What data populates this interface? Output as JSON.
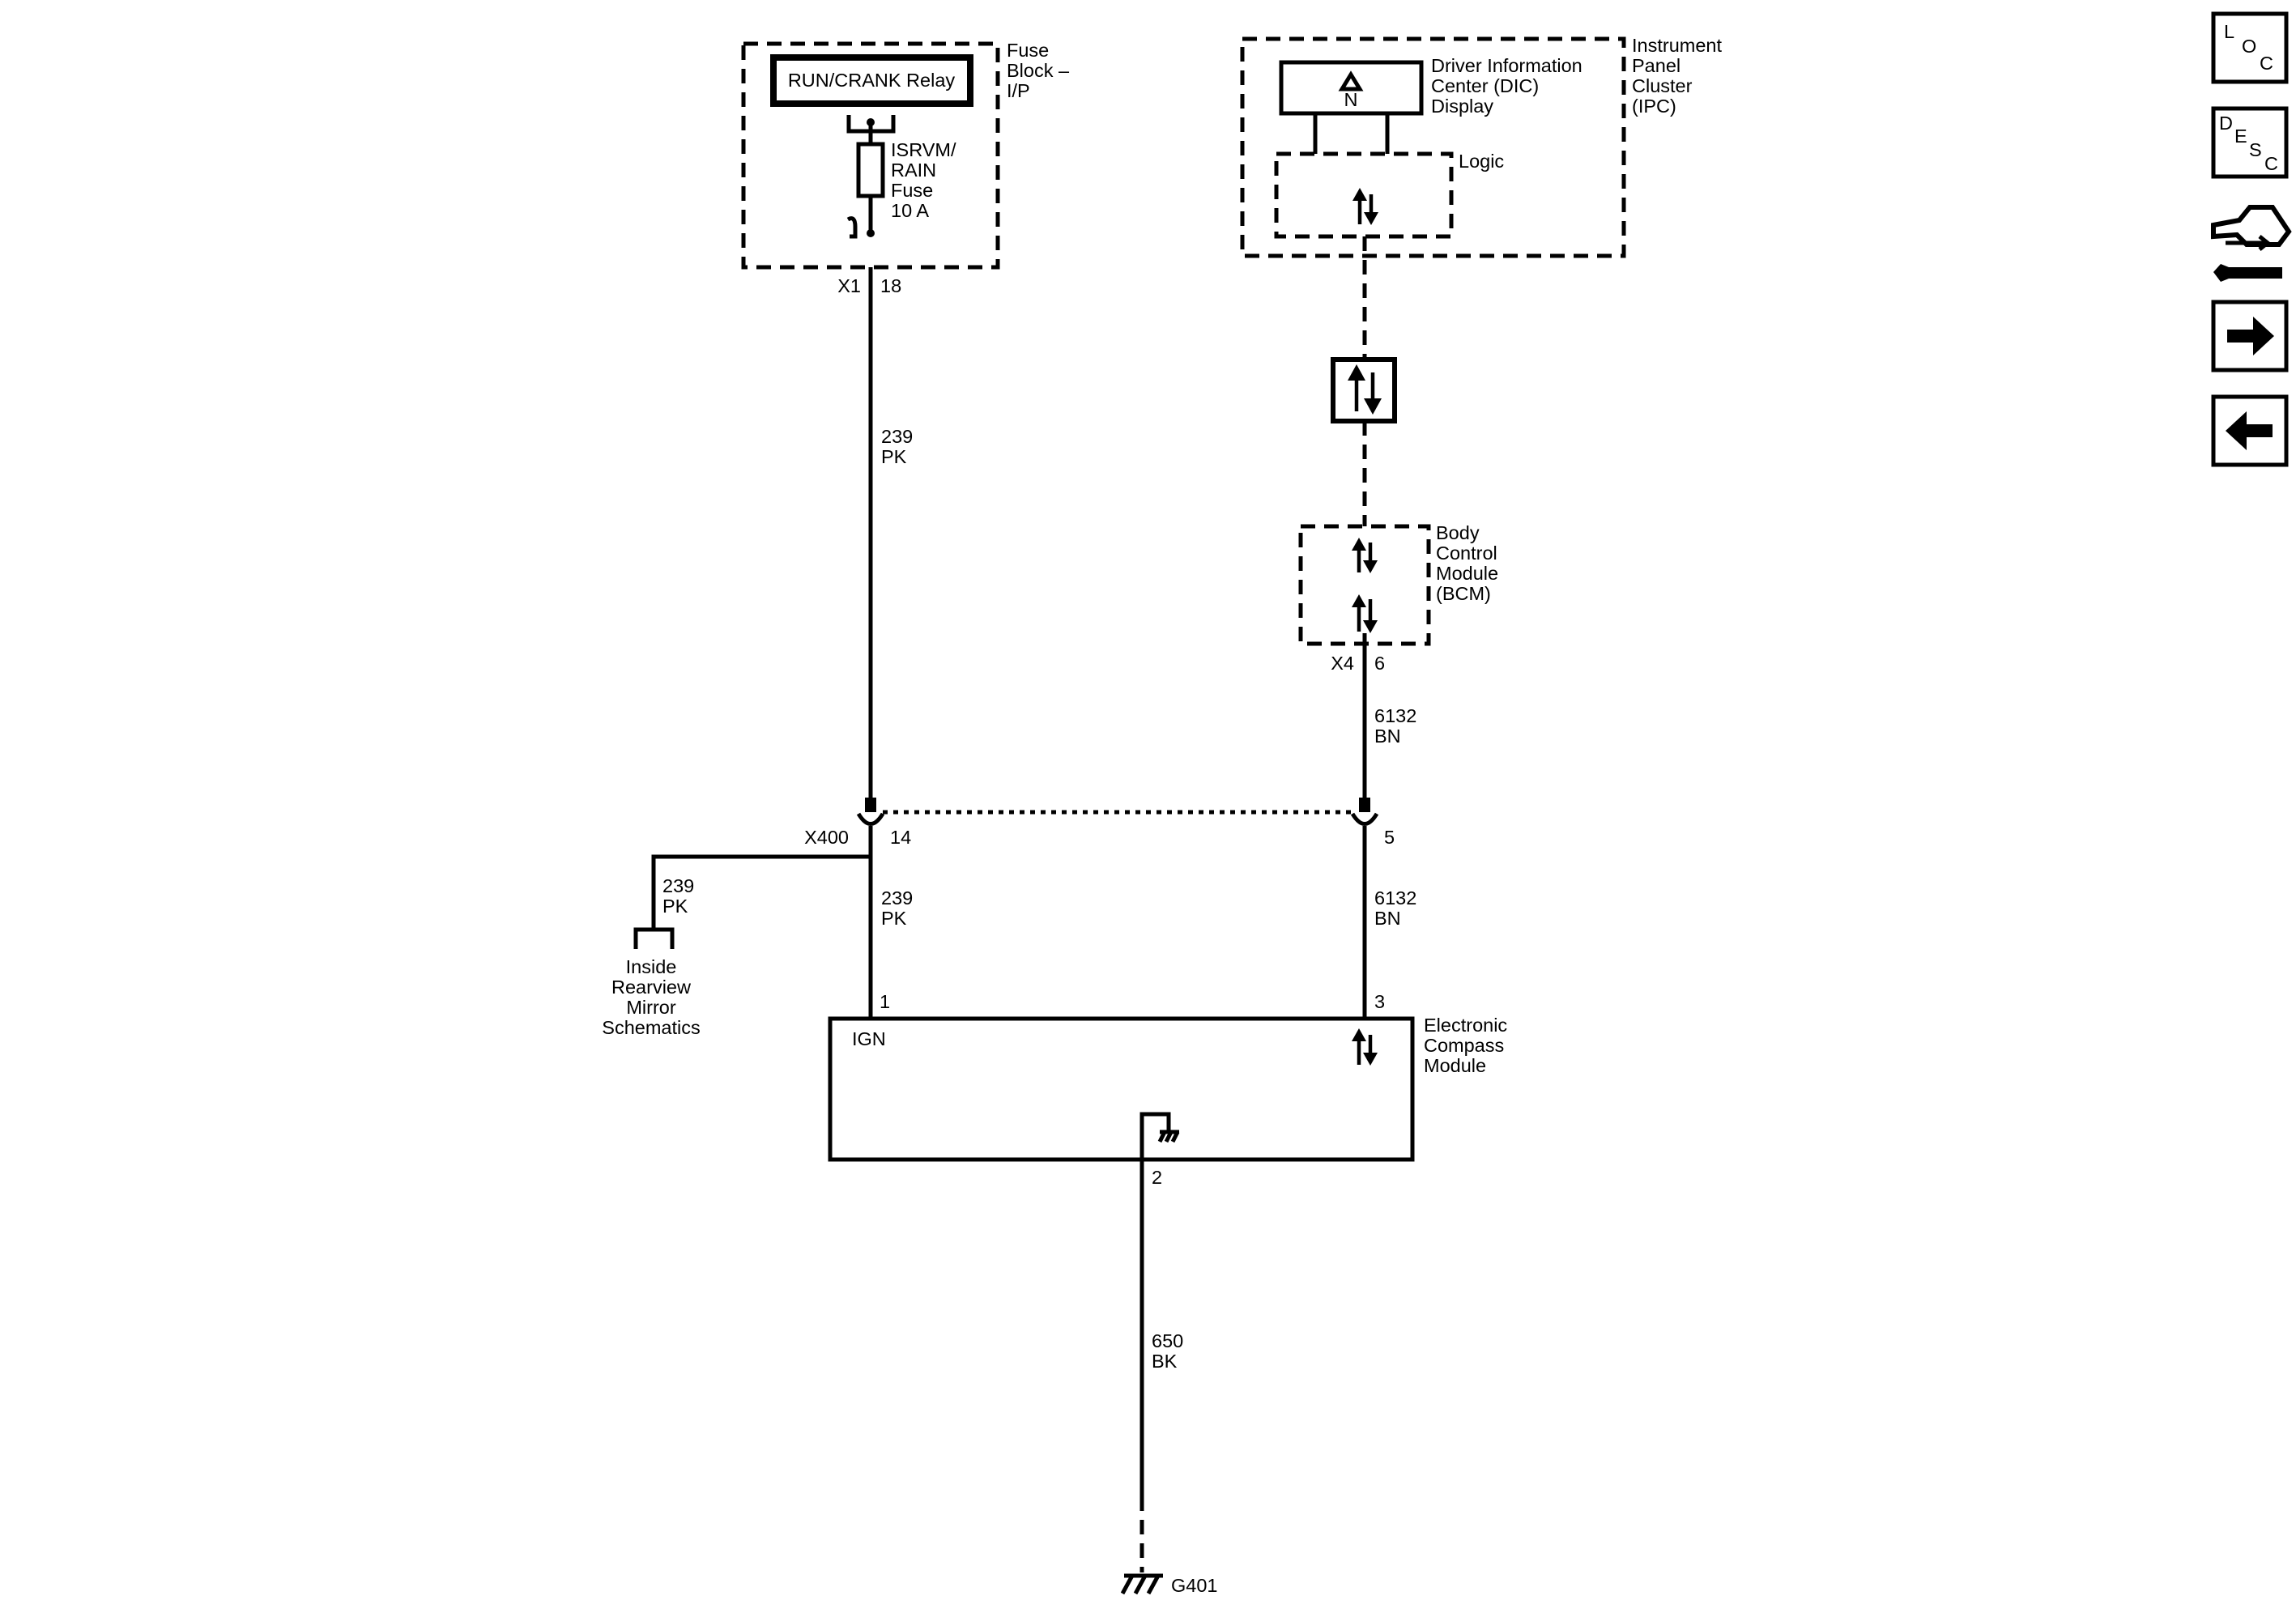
{
  "fuse_block": {
    "title_l1": "Fuse",
    "title_l2": "Block –",
    "title_l3": "I/P",
    "relay_label": "RUN/CRANK Relay",
    "fuse_l1": "ISRVM/",
    "fuse_l2": "RAIN",
    "fuse_l3": "Fuse",
    "fuse_l4": "10 A",
    "connector": "X1",
    "pin": "18"
  },
  "ipc": {
    "title_l1": "Instrument",
    "title_l2": "Panel",
    "title_l3": "Cluster",
    "title_l4": "(IPC)",
    "dic_l1": "Driver Information",
    "dic_l2": "Center (DIC)",
    "dic_l3": "Display",
    "logic_label": "Logic",
    "display_symbol": "N"
  },
  "bcm": {
    "title_l1": "Body",
    "title_l2": "Control",
    "title_l3": "Module",
    "title_l4": "(BCM)",
    "connector": "X4",
    "pin": "6"
  },
  "wires": {
    "w239_top_circuit": "239",
    "w239_top_color": "PK",
    "w239_branch_circuit": "239",
    "w239_branch_color": "PK",
    "w239_lower_circuit": "239",
    "w239_lower_color": "PK",
    "w6132_top_circuit": "6132",
    "w6132_top_color": "BN",
    "w6132_lower_circuit": "6132",
    "w6132_lower_color": "BN",
    "w650_circuit": "650",
    "w650_color": "BK"
  },
  "inline_connector": {
    "name": "X400",
    "pin_left": "14",
    "pin_right": "5"
  },
  "mirror_ref": {
    "l1": "Inside",
    "l2": "Rearview",
    "l3": "Mirror",
    "l4": "Schematics"
  },
  "compass": {
    "title_l1": "Electronic",
    "title_l2": "Compass",
    "title_l3": "Module",
    "ign_label": "IGN",
    "pin_ign": "1",
    "pin_data": "3",
    "pin_gnd": "2"
  },
  "ground": {
    "name": "G401"
  },
  "nav": {
    "loc_l": "L",
    "loc_o": "O",
    "loc_c": "C",
    "desc_d": "D",
    "desc_e": "E",
    "desc_s": "S",
    "desc_c": "C"
  }
}
